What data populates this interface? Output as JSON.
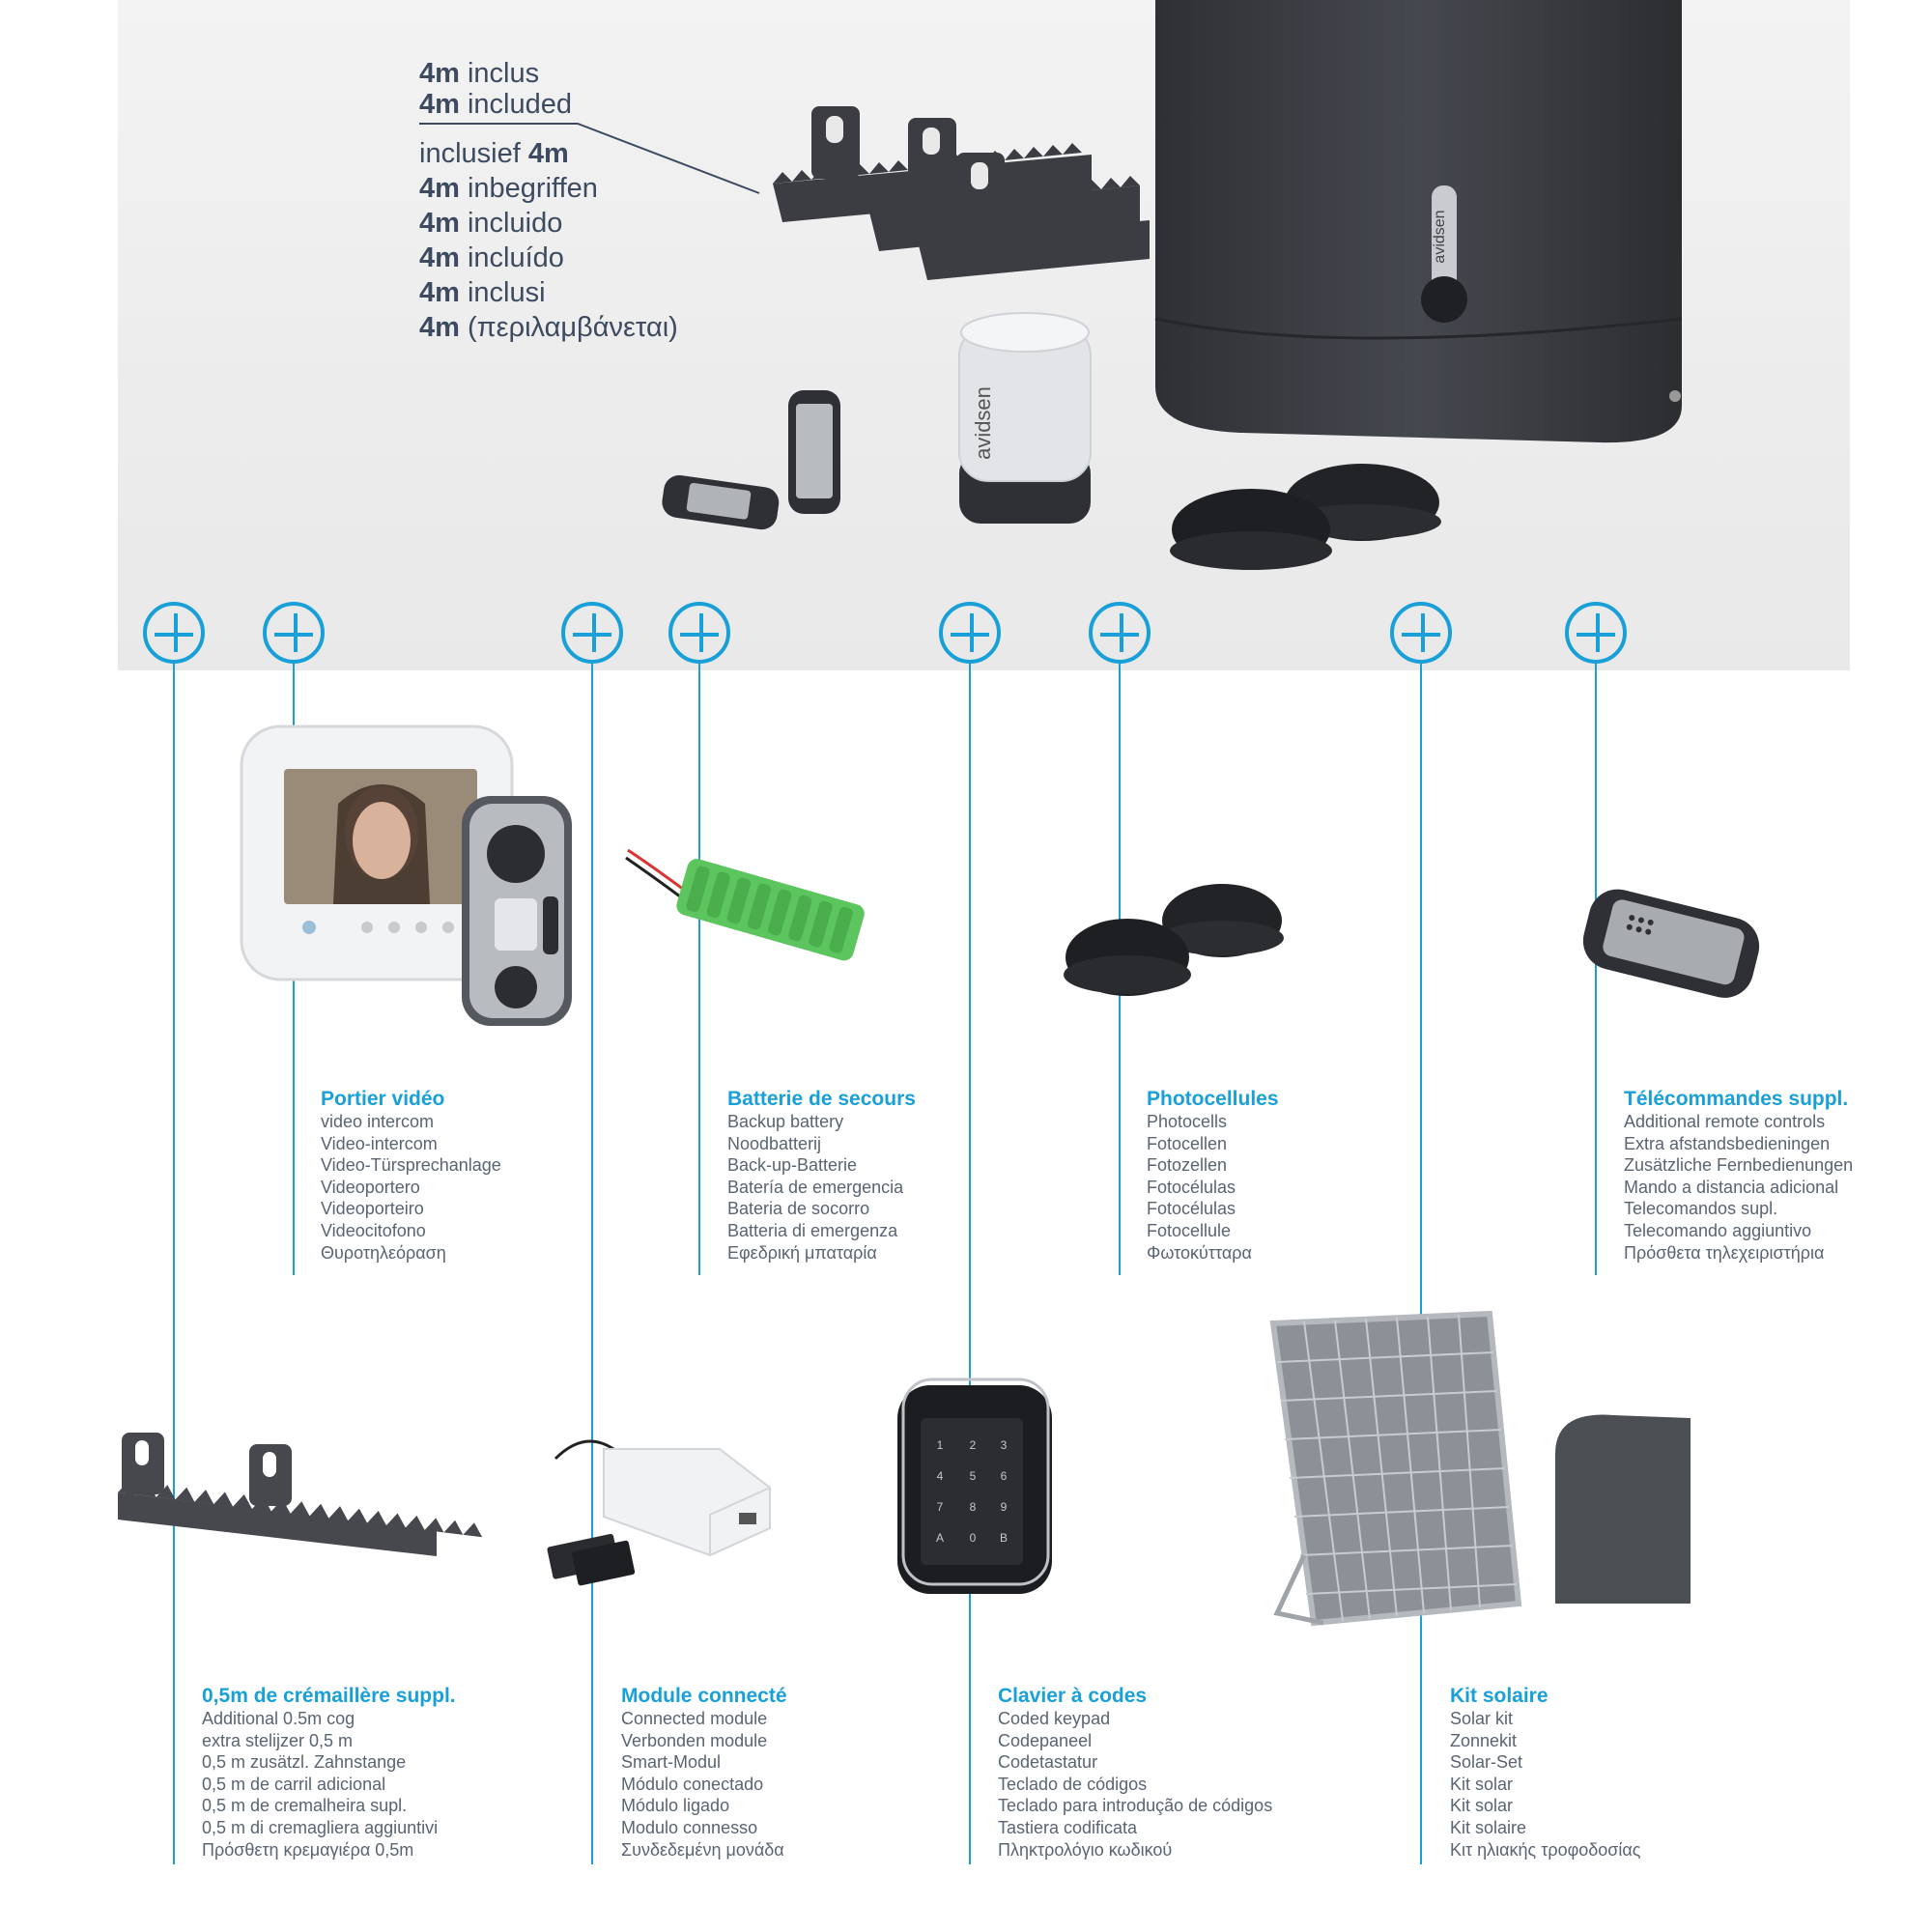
{
  "hero": {
    "brand": "avidsen",
    "rack_note": [
      {
        "b": "4m",
        "t": " inclus",
        "bold_first": true
      },
      {
        "b": "4m",
        "t": " included",
        "bold_first": true
      },
      {
        "b": "4m",
        "t": "inclusief ",
        "bold_first": false
      },
      {
        "b": "4m",
        "t": " inbegriffen",
        "bold_first": true
      },
      {
        "b": "4m",
        "t": " incluido",
        "bold_first": true
      },
      {
        "b": "4m",
        "t": " incluído",
        "bold_first": true
      },
      {
        "b": "4m",
        "t": " inclusi",
        "bold_first": true
      },
      {
        "b": "4m",
        "t": " (περιλαμβάνεται)",
        "bold_first": true
      }
    ]
  },
  "keypad_keys": [
    "1",
    "2",
    "3",
    "4",
    "5",
    "6",
    "7",
    "8",
    "9",
    "A",
    "0",
    "B"
  ],
  "accessories": [
    {
      "id": "video",
      "title": "Portier vidéo",
      "lines": [
        "video intercom",
        "Video-intercom",
        "Video-Türsprechanlage",
        "Videoportero",
        "Videoporteiro",
        "Videocitofono",
        "Θυροτηλεόραση"
      ]
    },
    {
      "id": "battery",
      "title": "Batterie de secours",
      "lines": [
        "Backup battery",
        "Noodbatterij",
        "Back-up-Batterie",
        "Batería de emergencia",
        "Bateria de socorro",
        "Batteria di emergenza",
        "Εφεδρική μπαταρία"
      ]
    },
    {
      "id": "photocells",
      "title": "Photocellules",
      "lines": [
        "Photocells",
        "Fotocellen",
        "Fotozellen",
        "Fotocélulas",
        "Fotocélulas",
        "Fotocellule",
        "Φωτοκύτταρα"
      ]
    },
    {
      "id": "remotes",
      "title": "Télécommandes suppl.",
      "lines": [
        "Additional remote controls",
        "Extra afstandsbedieningen",
        "Zusätzliche Fernbedienungen",
        "Mando a distancia adicional",
        "Telecomandos supl.",
        "Telecomando aggiuntivo",
        "Πρόσθετα τηλεχειριστήρια"
      ]
    },
    {
      "id": "rack",
      "title": "0,5m de crémaillère suppl.",
      "lines": [
        "Additional 0.5m cog",
        "extra stelijzer 0,5 m",
        "0,5 m zusätzl. Zahnstange",
        "0,5 m de carril adicional",
        "0,5 m de cremalheira supl.",
        "0,5 m di cremagliera aggiuntivi",
        "Πρόσθετη κρεμαγιέρα 0,5m"
      ]
    },
    {
      "id": "module",
      "title": "Module connecté",
      "lines": [
        "Connected module",
        "Verbonden module",
        "Smart-Modul",
        "Módulo conectado",
        "Módulo ligado",
        "Modulo connesso",
        "Συνδεδεμένη μονάδα"
      ]
    },
    {
      "id": "keypad",
      "title": "Clavier à codes",
      "lines": [
        "Coded keypad",
        "Codepaneel",
        "Codetastatur",
        "Teclado de códigos",
        "Teclado para introdução de códigos",
        "Tastiera codificata",
        "Πληκτρολόγιο κωδικού"
      ]
    },
    {
      "id": "solar",
      "title": "Kit solaire",
      "lines": [
        "Solar kit",
        "Zonnekit",
        "Solar-Set",
        "Kit solar",
        "Kit solar",
        "Kit solaire",
        "Κιτ ηλιακής τροφοδοσίας"
      ]
    }
  ]
}
